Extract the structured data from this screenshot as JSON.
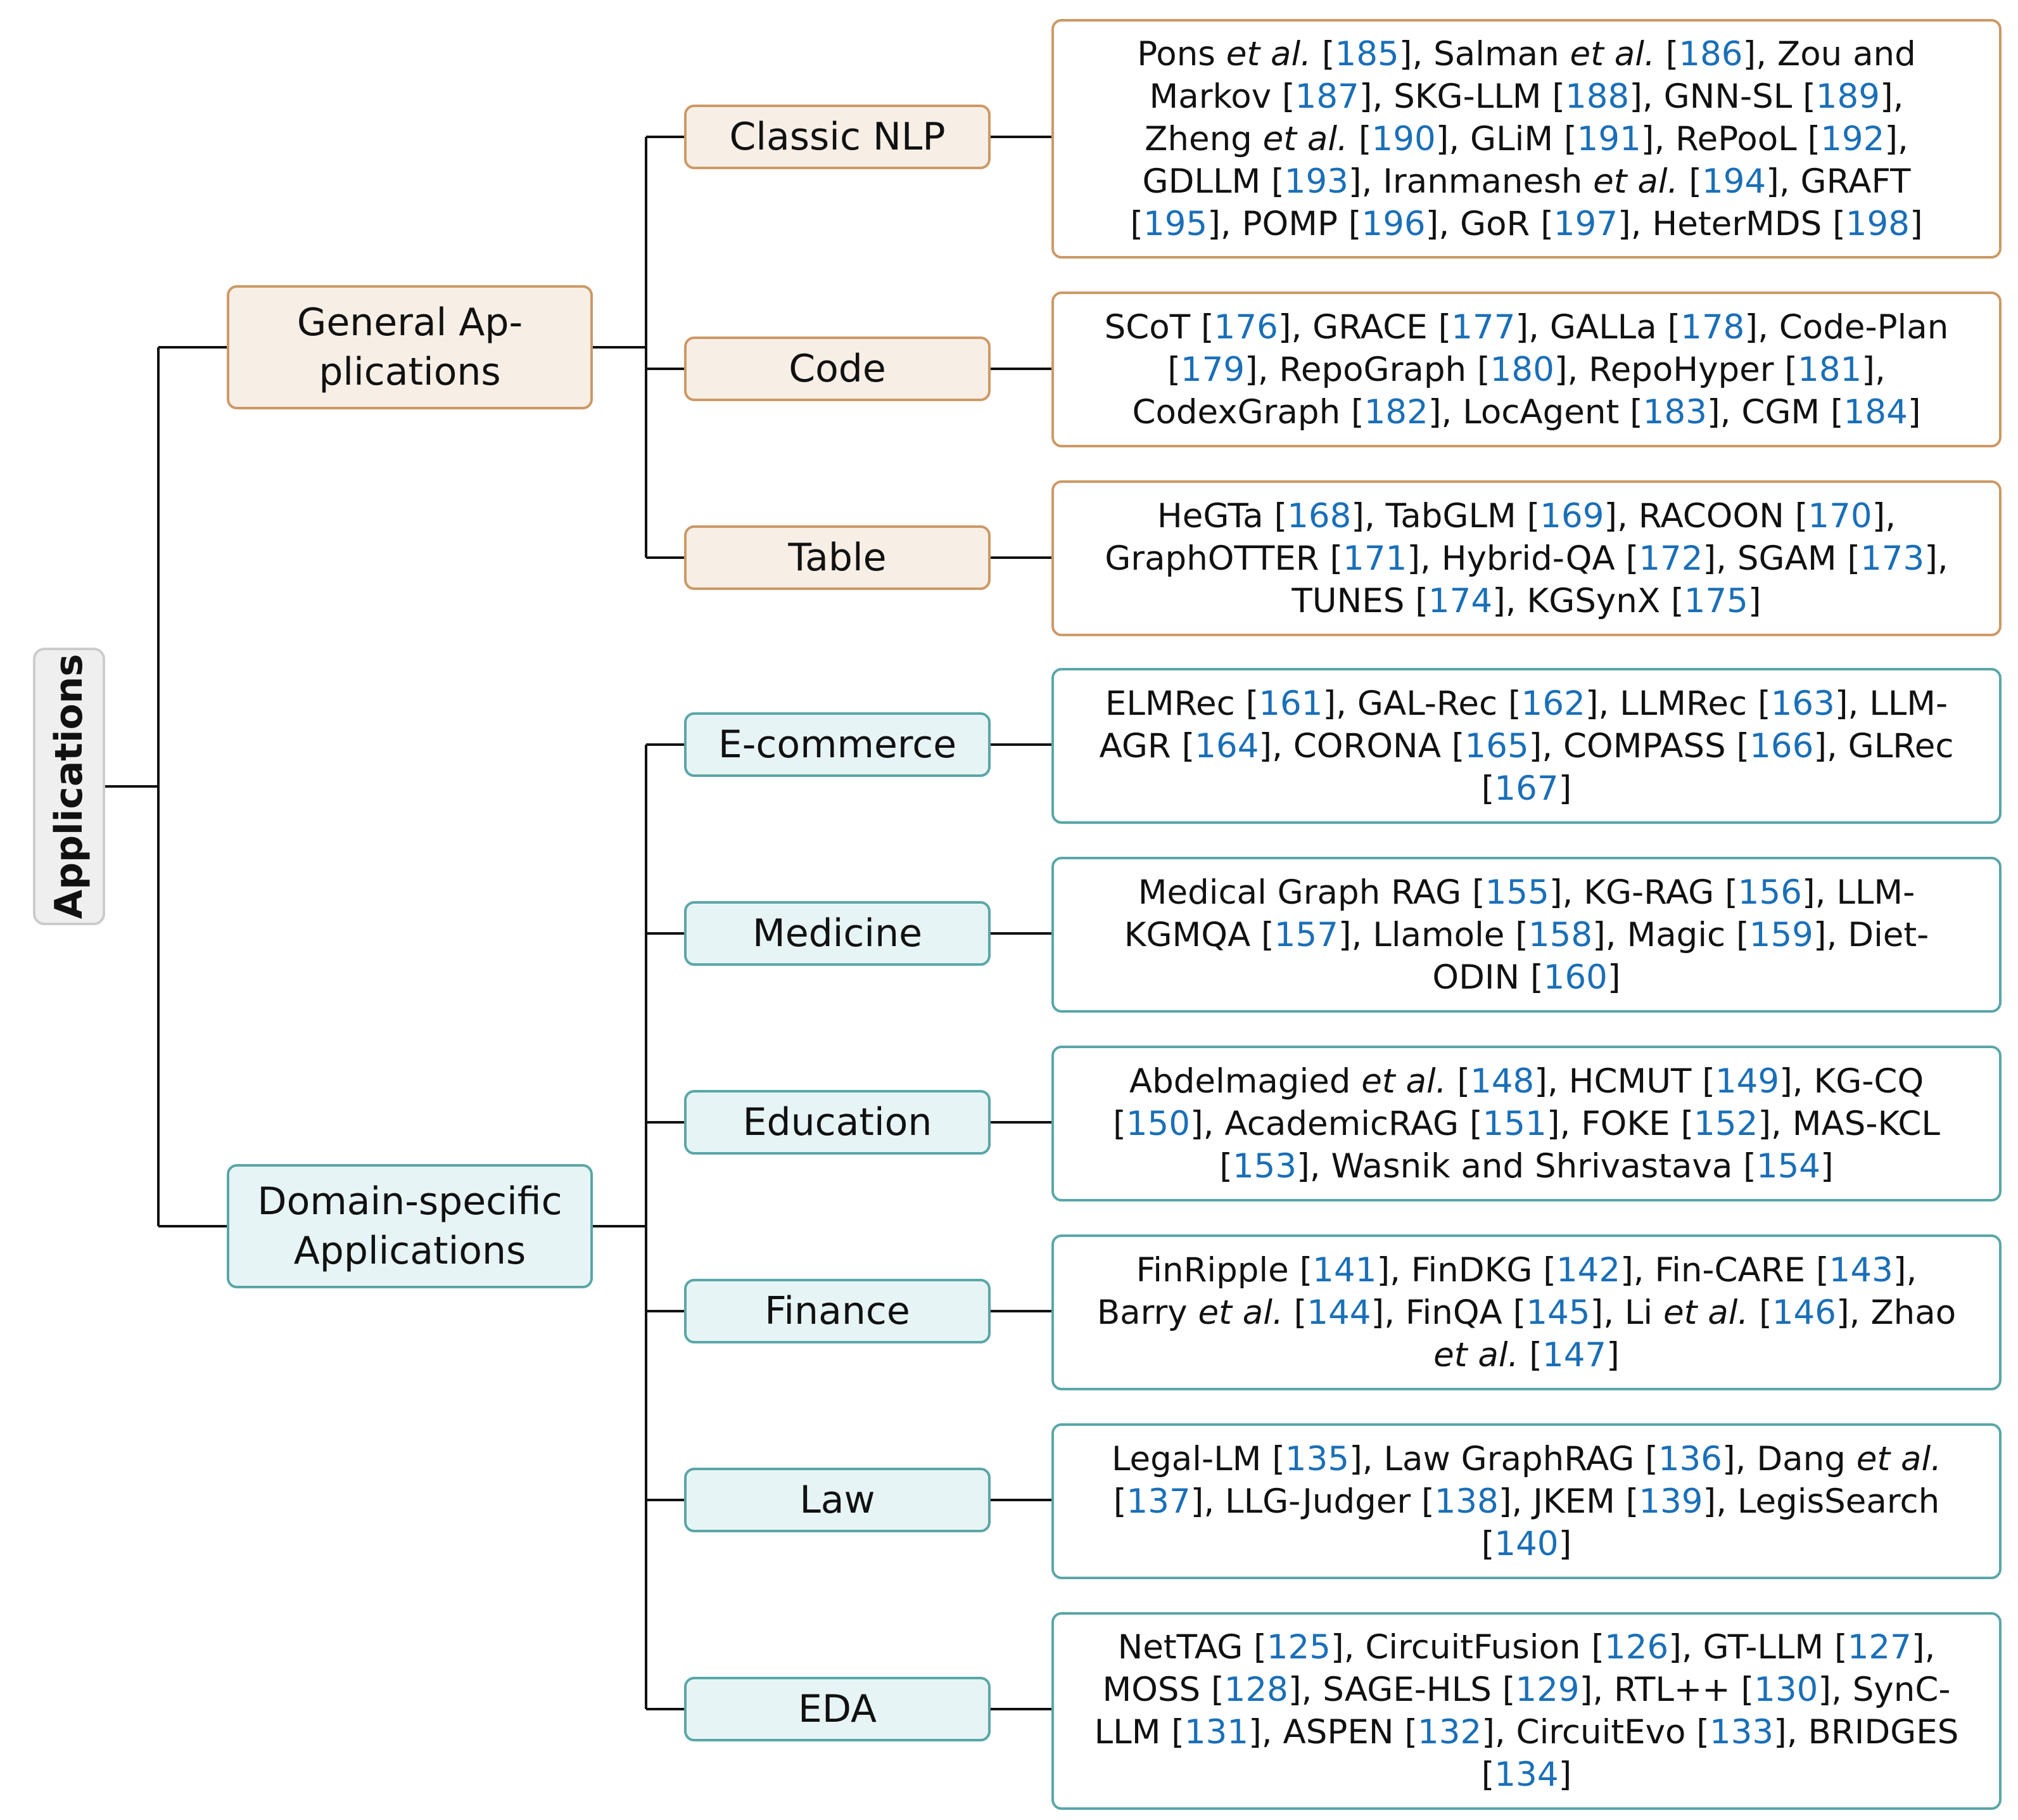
{
  "root": {
    "label": "Applications"
  },
  "general": {
    "label": "General Ap-\nplications",
    "children": [
      {
        "label": "Classic NLP",
        "leaf": [
          {
            "t": "Pons "
          },
          {
            "i": "et al."
          },
          {
            "t": " ["
          },
          {
            "r": "185"
          },
          {
            "t": "], Salman "
          },
          {
            "i": "et al."
          },
          {
            "t": " ["
          },
          {
            "r": "186"
          },
          {
            "t": "], Zou and Markov ["
          },
          {
            "r": "187"
          },
          {
            "t": "], SKG-LLM ["
          },
          {
            "r": "188"
          },
          {
            "t": "], GNN-SL ["
          },
          {
            "r": "189"
          },
          {
            "t": "], Zheng "
          },
          {
            "i": "et al."
          },
          {
            "t": " ["
          },
          {
            "r": "190"
          },
          {
            "t": "], GLiM ["
          },
          {
            "r": "191"
          },
          {
            "t": "], RePooL ["
          },
          {
            "r": "192"
          },
          {
            "t": "], GDLLM ["
          },
          {
            "r": "193"
          },
          {
            "t": "], Iranmanesh "
          },
          {
            "i": "et al."
          },
          {
            "t": " ["
          },
          {
            "r": "194"
          },
          {
            "t": "], GRAFT ["
          },
          {
            "r": "195"
          },
          {
            "t": "], POMP ["
          },
          {
            "r": "196"
          },
          {
            "t": "], GoR ["
          },
          {
            "r": "197"
          },
          {
            "t": "], HeterMDS ["
          },
          {
            "r": "198"
          },
          {
            "t": "]"
          }
        ]
      },
      {
        "label": "Code",
        "leaf": [
          {
            "t": "SCoT ["
          },
          {
            "r": "176"
          },
          {
            "t": "], GRACE ["
          },
          {
            "r": "177"
          },
          {
            "t": "], GALLa ["
          },
          {
            "r": "178"
          },
          {
            "t": "], Code-Plan ["
          },
          {
            "r": "179"
          },
          {
            "t": "], RepoGraph ["
          },
          {
            "r": "180"
          },
          {
            "t": "], RepoHyper ["
          },
          {
            "r": "181"
          },
          {
            "t": "], CodexGraph ["
          },
          {
            "r": "182"
          },
          {
            "t": "], LocAgent ["
          },
          {
            "r": "183"
          },
          {
            "t": "], CGM ["
          },
          {
            "r": "184"
          },
          {
            "t": "]"
          }
        ]
      },
      {
        "label": "Table",
        "leaf": [
          {
            "t": "HeGTa ["
          },
          {
            "r": "168"
          },
          {
            "t": "], TabGLM ["
          },
          {
            "r": "169"
          },
          {
            "t": "], RACOON ["
          },
          {
            "r": "170"
          },
          {
            "t": "], GraphOTTER ["
          },
          {
            "r": "171"
          },
          {
            "t": "], Hybrid-QA ["
          },
          {
            "r": "172"
          },
          {
            "t": "], SGAM ["
          },
          {
            "r": "173"
          },
          {
            "t": "], TUNES ["
          },
          {
            "r": "174"
          },
          {
            "t": "], KGSynX ["
          },
          {
            "r": "175"
          },
          {
            "t": "]"
          }
        ]
      }
    ]
  },
  "domain": {
    "label": "Domain-specific Applications",
    "children": [
      {
        "label": "E-commerce",
        "leaf": [
          {
            "t": "ELMRec ["
          },
          {
            "r": "161"
          },
          {
            "t": "], GAL-Rec ["
          },
          {
            "r": "162"
          },
          {
            "t": "], LLMRec ["
          },
          {
            "r": "163"
          },
          {
            "t": "], LLM-AGR ["
          },
          {
            "r": "164"
          },
          {
            "t": "], CORONA ["
          },
          {
            "r": "165"
          },
          {
            "t": "], COMPASS ["
          },
          {
            "r": "166"
          },
          {
            "t": "], GLRec ["
          },
          {
            "r": "167"
          },
          {
            "t": "]"
          }
        ]
      },
      {
        "label": "Medicine",
        "leaf": [
          {
            "t": "Medical Graph RAG ["
          },
          {
            "r": "155"
          },
          {
            "t": "], KG-RAG ["
          },
          {
            "r": "156"
          },
          {
            "t": "], LLM-KGMQA ["
          },
          {
            "r": "157"
          },
          {
            "t": "], Llamole ["
          },
          {
            "r": "158"
          },
          {
            "t": "], Magic ["
          },
          {
            "r": "159"
          },
          {
            "t": "], Diet-ODIN ["
          },
          {
            "r": "160"
          },
          {
            "t": "]"
          }
        ]
      },
      {
        "label": "Education",
        "leaf": [
          {
            "t": "Abdelmagied "
          },
          {
            "i": "et al."
          },
          {
            "t": " ["
          },
          {
            "r": "148"
          },
          {
            "t": "], HCMUT ["
          },
          {
            "r": "149"
          },
          {
            "t": "], KG-CQ ["
          },
          {
            "r": "150"
          },
          {
            "t": "], AcademicRAG ["
          },
          {
            "r": "151"
          },
          {
            "t": "], FOKE ["
          },
          {
            "r": "152"
          },
          {
            "t": "], MAS-KCL ["
          },
          {
            "r": "153"
          },
          {
            "t": "], Wasnik and Shrivastava ["
          },
          {
            "r": "154"
          },
          {
            "t": "]"
          }
        ]
      },
      {
        "label": "Finance",
        "leaf": [
          {
            "t": "FinRipple ["
          },
          {
            "r": "141"
          },
          {
            "t": "], FinDKG ["
          },
          {
            "r": "142"
          },
          {
            "t": "], Fin-CARE ["
          },
          {
            "r": "143"
          },
          {
            "t": "], Barry "
          },
          {
            "i": "et al."
          },
          {
            "t": " ["
          },
          {
            "r": "144"
          },
          {
            "t": "], FinQA ["
          },
          {
            "r": "145"
          },
          {
            "t": "], Li "
          },
          {
            "i": "et al."
          },
          {
            "t": " ["
          },
          {
            "r": "146"
          },
          {
            "t": "], Zhao "
          },
          {
            "i": "et al."
          },
          {
            "t": " ["
          },
          {
            "r": "147"
          },
          {
            "t": "]"
          }
        ]
      },
      {
        "label": "Law",
        "leaf": [
          {
            "t": "Legal-LM ["
          },
          {
            "r": "135"
          },
          {
            "t": "], Law GraphRAG ["
          },
          {
            "r": "136"
          },
          {
            "t": "], Dang "
          },
          {
            "i": "et al."
          },
          {
            "t": " ["
          },
          {
            "r": "137"
          },
          {
            "t": "], LLG-Judger ["
          },
          {
            "r": "138"
          },
          {
            "t": "], JKEM ["
          },
          {
            "r": "139"
          },
          {
            "t": "], LegisSearch ["
          },
          {
            "r": "140"
          },
          {
            "t": "]"
          }
        ]
      },
      {
        "label": "EDA",
        "leaf": [
          {
            "t": "NetTAG ["
          },
          {
            "r": "125"
          },
          {
            "t": "], CircuitFusion ["
          },
          {
            "r": "126"
          },
          {
            "t": "], GT-LLM ["
          },
          {
            "r": "127"
          },
          {
            "t": "], MOSS ["
          },
          {
            "r": "128"
          },
          {
            "t": "], SAGE-HLS ["
          },
          {
            "r": "129"
          },
          {
            "t": "], RTL++ ["
          },
          {
            "r": "130"
          },
          {
            "t": "], SynC-LLM ["
          },
          {
            "r": "131"
          },
          {
            "t": "], ASPEN ["
          },
          {
            "r": "132"
          },
          {
            "t": "], CircuitEvo ["
          },
          {
            "r": "133"
          },
          {
            "t": "], BRIDGES ["
          },
          {
            "r": "134"
          },
          {
            "t": "]"
          }
        ]
      }
    ]
  },
  "colors": {
    "general_fill": "#f7efe6",
    "general_border": "#cc9966",
    "domain_fill": "#e7f4f5",
    "domain_border": "#5aa6a8",
    "root_fill": "#efefef",
    "citation": "#1a6fb8",
    "line": "#111111"
  }
}
